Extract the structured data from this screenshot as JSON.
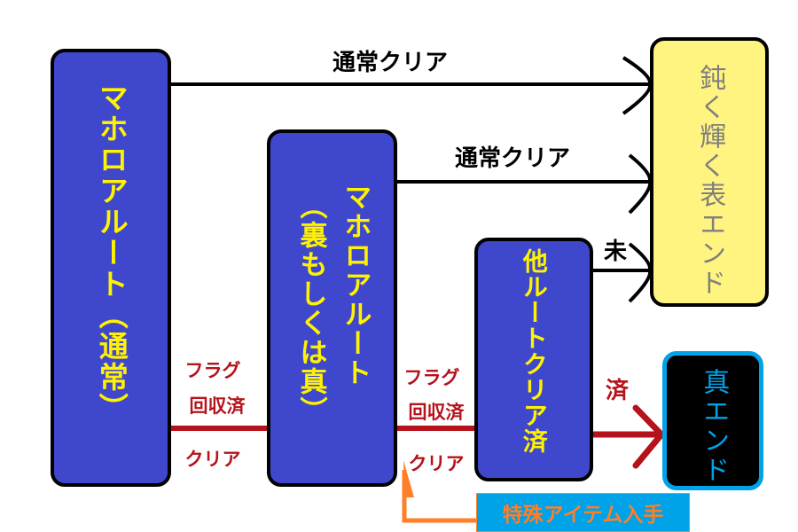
{
  "nodes": {
    "mahoroa_normal": "マホロアルート（通常）",
    "mahoroa_alt_line1": "マホロアルート",
    "mahoroa_alt_line2": "（裏もしくは真）",
    "other_routes": "他ルートクリア済",
    "dull_end": "鈍く輝く表エンド",
    "true_end": "真エンド",
    "special_item": "特殊アイテム入手"
  },
  "edges": {
    "normal_clear_1": "通常クリア",
    "normal_clear_2": "通常クリア",
    "not_yet": "未",
    "flag_1a": "フラグ",
    "flag_1b": "回収済",
    "clear_1": "クリア",
    "flag_2a": "フラグ",
    "flag_2b": "回収済",
    "clear_2": "クリア",
    "done": "済"
  },
  "colors": {
    "node_blue": "#3f48cc",
    "node_text": "#fff200",
    "end_yellow": "#fff480",
    "true_end_border": "#00a2e8",
    "red_edge": "#b5121b",
    "orange": "#ff7f27"
  }
}
